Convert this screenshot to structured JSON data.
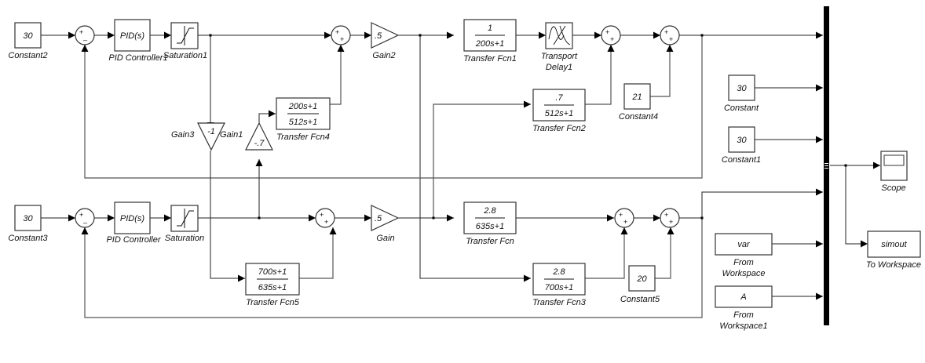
{
  "diagram": {
    "type": "simulink-block-diagram",
    "blocks": {
      "constant2": {
        "value": "30",
        "name": "Constant2"
      },
      "constant3": {
        "value": "30",
        "name": "Constant3"
      },
      "constant": {
        "value": "30",
        "name": "Constant"
      },
      "constant1": {
        "value": "30",
        "name": "Constant1"
      },
      "constant4": {
        "value": "21",
        "name": "Constant4"
      },
      "constant5": {
        "value": "20",
        "name": "Constant5"
      },
      "pid1": {
        "value": "PID(s)",
        "name": "PID Controller1"
      },
      "pid": {
        "value": "PID(s)",
        "name": "PID Controller"
      },
      "sat1": {
        "name": "Saturation1"
      },
      "sat": {
        "name": "Saturation"
      },
      "gain2": {
        "value": ".5",
        "name": "Gain2"
      },
      "gain": {
        "value": ".5",
        "name": "Gain"
      },
      "gain3": {
        "value": "-1",
        "name": "Gain3",
        "name2": "Gain1"
      },
      "gainm7": {
        "value": "-.7"
      },
      "tf1": {
        "num": "1",
        "den": "200s+1",
        "name": "Transfer Fcn1"
      },
      "tf2": {
        "num": ".7",
        "den": "512s+1",
        "name": "Transfer Fcn2"
      },
      "tf4": {
        "num": "200s+1",
        "den": "512s+1",
        "name": "Transfer Fcn4"
      },
      "tf": {
        "num": "2.8",
        "den": "635s+1",
        "name": "Transfer Fcn"
      },
      "tf3": {
        "num": "2.8",
        "den": "700s+1",
        "name": "Transfer Fcn3"
      },
      "tf5": {
        "num": "700s+1",
        "den": "635s+1",
        "name": "Transfer Fcn5"
      },
      "delay1": {
        "name_line1": "Transport",
        "name_line2": "Delay1"
      },
      "fromws": {
        "value": "var",
        "name_line1": "From",
        "name_line2": "Workspace"
      },
      "fromws1": {
        "value": "A",
        "name_line1": "From",
        "name_line2": "Workspace1"
      },
      "scope": {
        "name": "Scope"
      },
      "tows": {
        "value": "simout",
        "name": "To Workspace"
      }
    },
    "sum_signs": {
      "feedback": [
        "+",
        "_"
      ],
      "add": [
        "+",
        "+"
      ]
    }
  }
}
